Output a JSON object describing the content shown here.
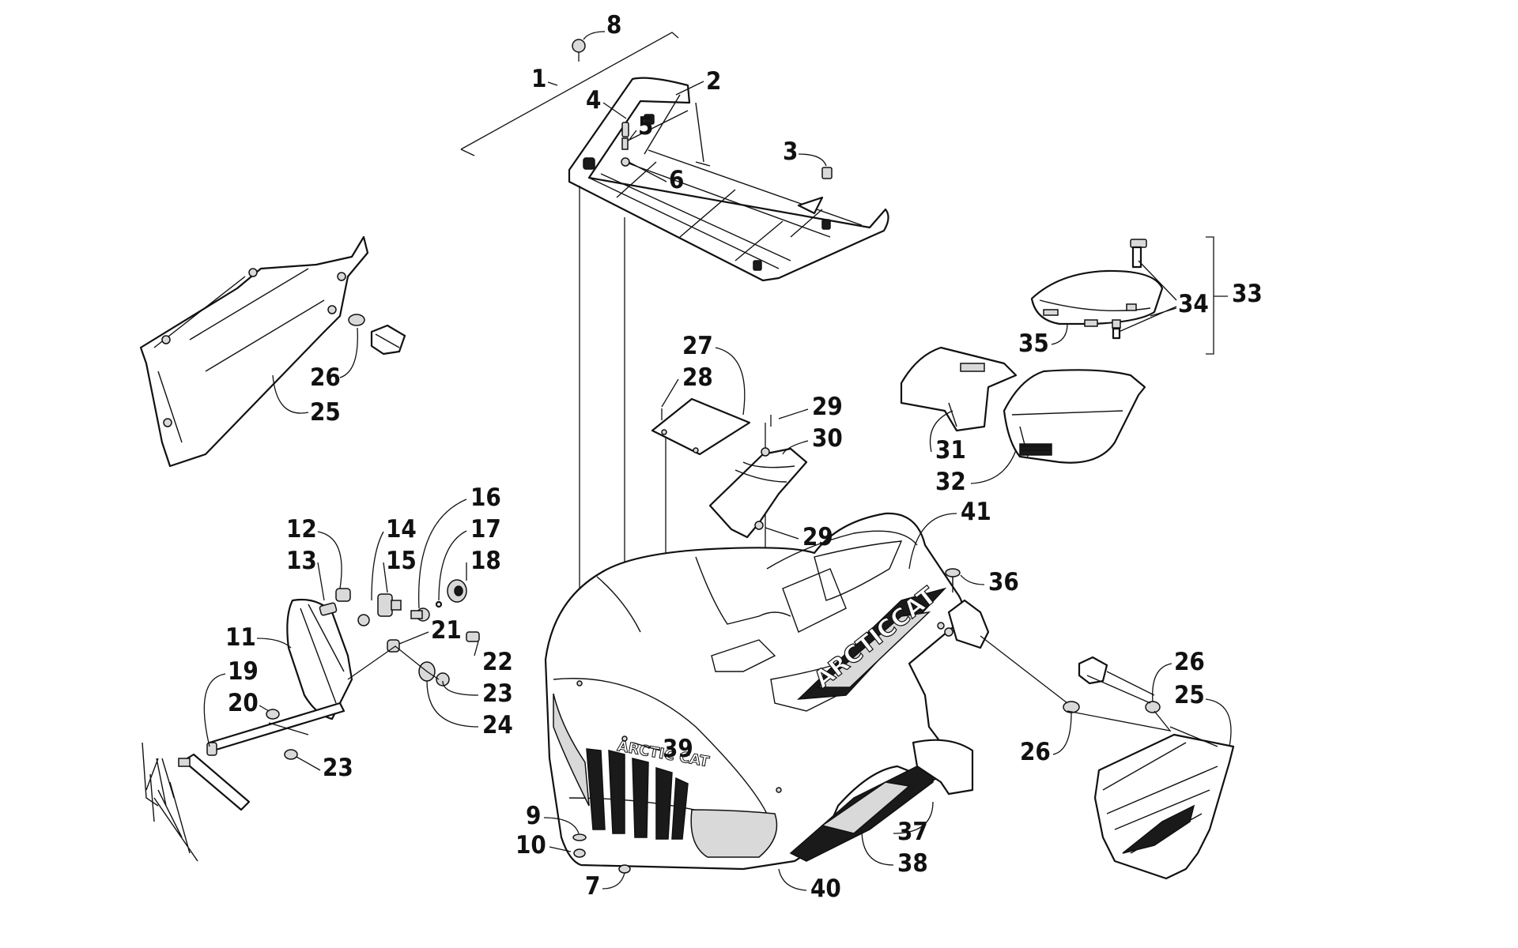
{
  "diagram": {
    "brand_hood": "ARCTICCAT",
    "brand_grille": "ARCTIC CAT",
    "callouts": {
      "c1": "1",
      "c2": "2",
      "c3": "3",
      "c4": "4",
      "c5": "5",
      "c6": "6",
      "c7": "7",
      "c8": "8",
      "c9": "9",
      "c10": "10",
      "c11": "11",
      "c12": "12",
      "c13": "13",
      "c14": "14",
      "c15": "15",
      "c16": "16",
      "c17": "17",
      "c18": "18",
      "c19": "19",
      "c20": "20",
      "c21": "21",
      "c22": "22",
      "c23a": "23",
      "c23b": "23",
      "c24": "24",
      "c25a": "25",
      "c25b": "25",
      "c26a": "26",
      "c26b": "26",
      "c26c": "26",
      "c27": "27",
      "c28": "28",
      "c29a": "29",
      "c29b": "29",
      "c30": "30",
      "c31": "31",
      "c32": "32",
      "c33": "33",
      "c34": "34",
      "c35": "35",
      "c36": "36",
      "c37": "37",
      "c38": "38",
      "c39": "39",
      "c40": "40",
      "c41": "41"
    }
  }
}
